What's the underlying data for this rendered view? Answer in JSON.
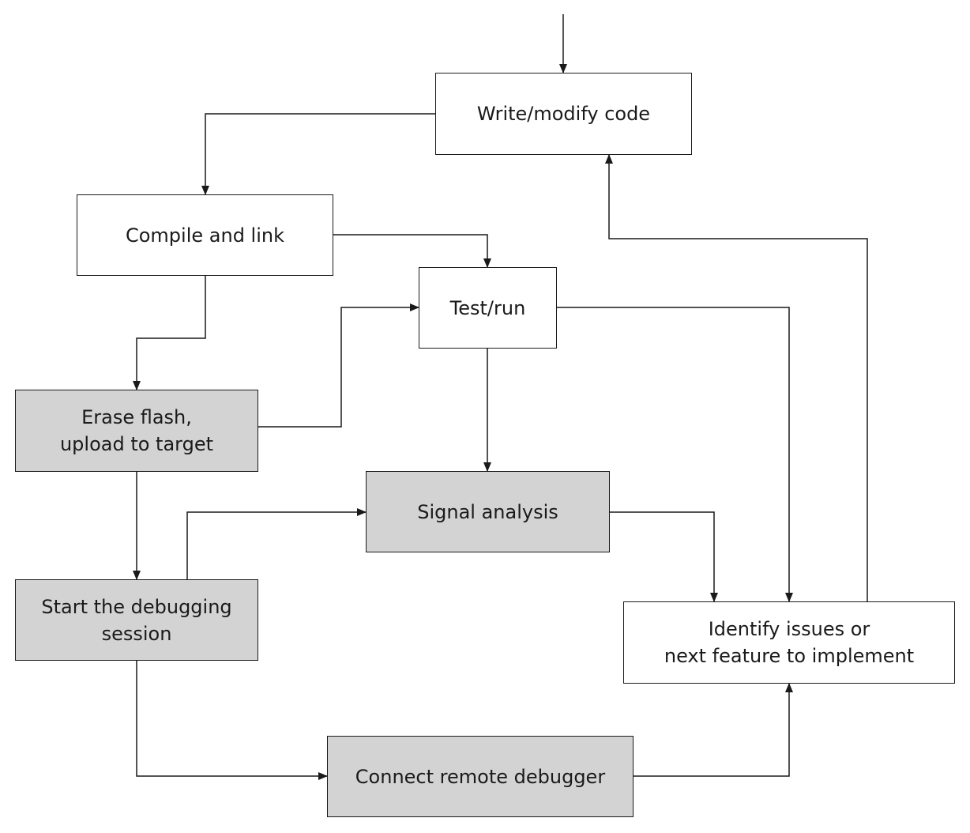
{
  "nodes": {
    "write": {
      "label": "Write/modify code",
      "shaded": false
    },
    "compile": {
      "label": "Compile and link",
      "shaded": false
    },
    "test": {
      "label": "Test/run",
      "shaded": false
    },
    "erase": {
      "label": "Erase flash,\nupload to target",
      "shaded": true
    },
    "signal": {
      "label": "Signal analysis",
      "shaded": true
    },
    "debug": {
      "label": "Start the debugging\nsession",
      "shaded": true
    },
    "identify": {
      "label": "Identify issues or\nnext feature to implement",
      "shaded": false
    },
    "remote": {
      "label": "Connect remote debugger",
      "shaded": true
    }
  },
  "edges": [
    {
      "from": "start",
      "to": "write"
    },
    {
      "from": "write",
      "to": "compile"
    },
    {
      "from": "compile",
      "to": "test"
    },
    {
      "from": "compile",
      "to": "erase"
    },
    {
      "from": "erase",
      "to": "test"
    },
    {
      "from": "erase",
      "to": "debug"
    },
    {
      "from": "test",
      "to": "signal"
    },
    {
      "from": "test",
      "to": "identify"
    },
    {
      "from": "debug",
      "to": "signal"
    },
    {
      "from": "debug",
      "to": "remote"
    },
    {
      "from": "signal",
      "to": "identify"
    },
    {
      "from": "remote",
      "to": "identify"
    },
    {
      "from": "identify",
      "to": "write"
    }
  ],
  "colors": {
    "line": "#1a1a1a",
    "shaded_fill": "#d3d3d3",
    "plain_fill": "#ffffff"
  }
}
